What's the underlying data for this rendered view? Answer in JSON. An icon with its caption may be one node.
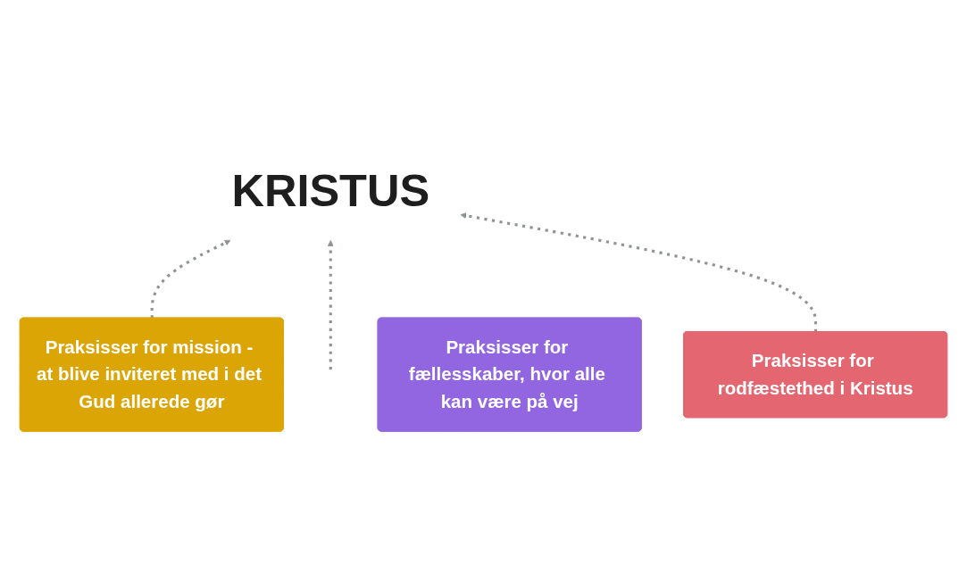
{
  "diagram": {
    "nodes": [
      {
        "text": [
          "Praksisser for mission - at blive inviteret med i det Gud allerede gør"
        ]
      },
      {
        "text": [
          "KRISTUS"
        ]
      },
      {
        "text": [
          "Praksisser for fællesskaber, hvor alle kan være på vej"
        ]
      },
      {
        "text": [
          "Praksisser for rodfæstethed i Kristus"
        ]
      }
    ],
    "edges": [
      {
        "from": 0,
        "to": 1,
        "arrow": "to",
        "style": "dashed"
      },
      {
        "from": null,
        "to": 1,
        "arrow": "to",
        "style": "dashed"
      },
      {
        "from": 3,
        "to": 1,
        "arrow": "to",
        "style": "dashed"
      }
    ]
  }
}
